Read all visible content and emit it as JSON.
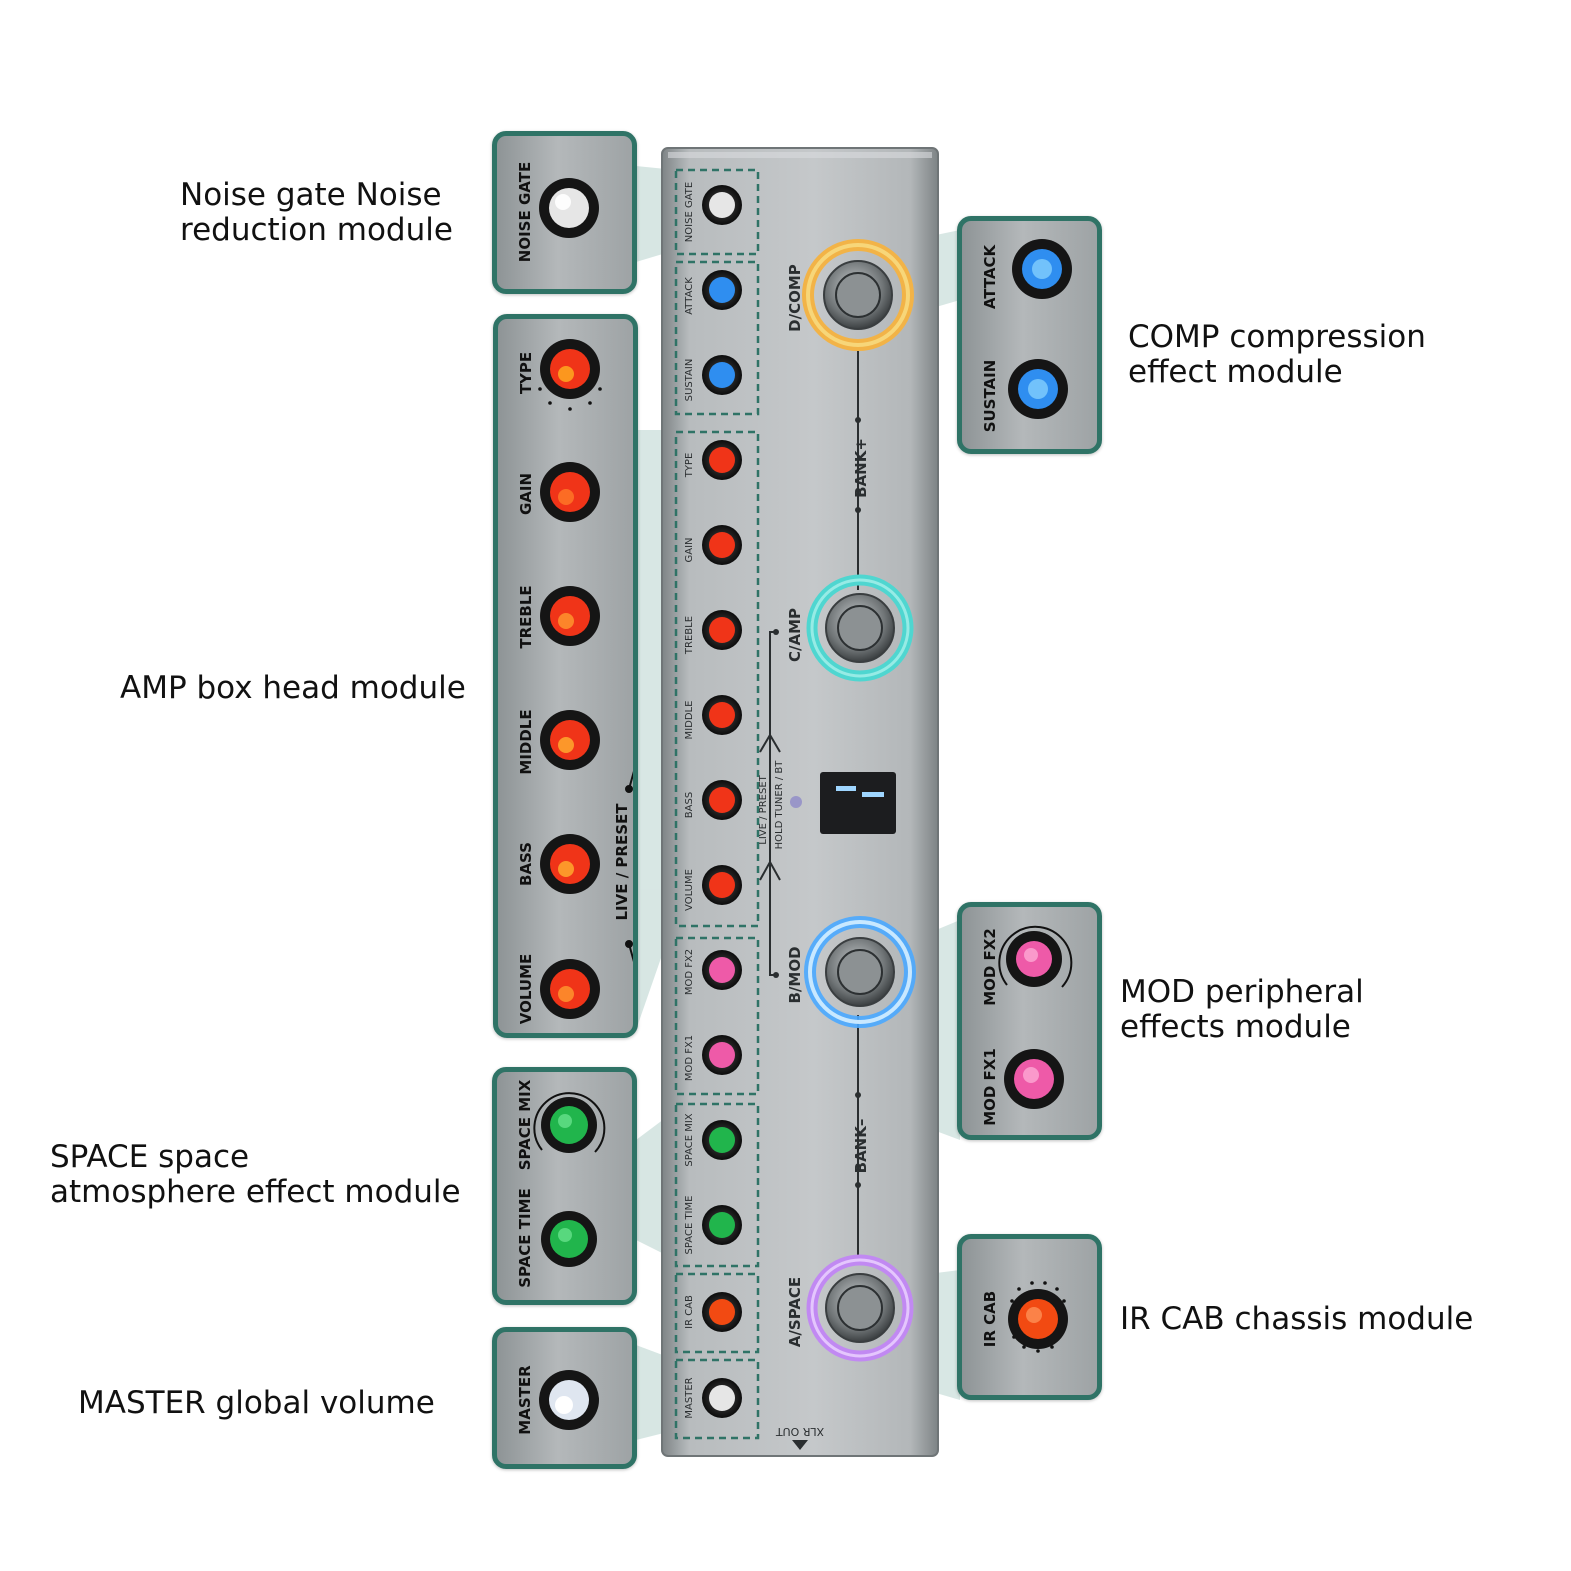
{
  "captions": {
    "noise_gate": "Noise gate Noise\nreduction module",
    "amp": "AMP box head module",
    "space": "SPACE space\natmosphere effect module",
    "master": "MASTER global volume",
    "comp": "COMP compression\neffect module",
    "mod": "MOD peripheral\neffects module",
    "ircab": "IR CAB chassis module"
  },
  "labels": {
    "noise_gate": "NOISE GATE",
    "attack": "ATTACK",
    "sustain": "SUSTAIN",
    "type": "TYPE",
    "gain": "GAIN",
    "treble": "TREBLE",
    "middle": "MIDDLE",
    "bass": "BASS",
    "volume": "VOLUME",
    "mod_fx2": "MOD FX2",
    "mod_fx1": "MOD FX1",
    "space_mix": "SPACE MIX",
    "space_time": "SPACE TIME",
    "ir_cab": "IR CAB",
    "master": "MASTER",
    "live_preset": "LIVE / PRESET",
    "live_preset_device": "LIVE / PRESET",
    "hold_tuner": "HOLD TUNER / BT",
    "footswitch_d": "D/COMP",
    "footswitch_c": "C/AMP",
    "footswitch_b": "B/MOD",
    "footswitch_a": "A/SPACE",
    "bank_up": "BANK+",
    "bank_down": "BANK–",
    "xlr_out": "XLR OUT"
  },
  "colors": {
    "callout_border": "#2f7366",
    "dashed_group": "#2f7366",
    "knob_white": "#e6e6e6",
    "knob_blue": "#2f8ef0",
    "knob_red": "#f03418",
    "knob_pink": "#ee5aa8",
    "knob_green": "#21b54c",
    "knob_orange": "#f24a12",
    "ring_d": "#f2b347",
    "ring_c": "#4fd6d0",
    "ring_b": "#4aa8ff",
    "ring_a": "#c189f2"
  }
}
